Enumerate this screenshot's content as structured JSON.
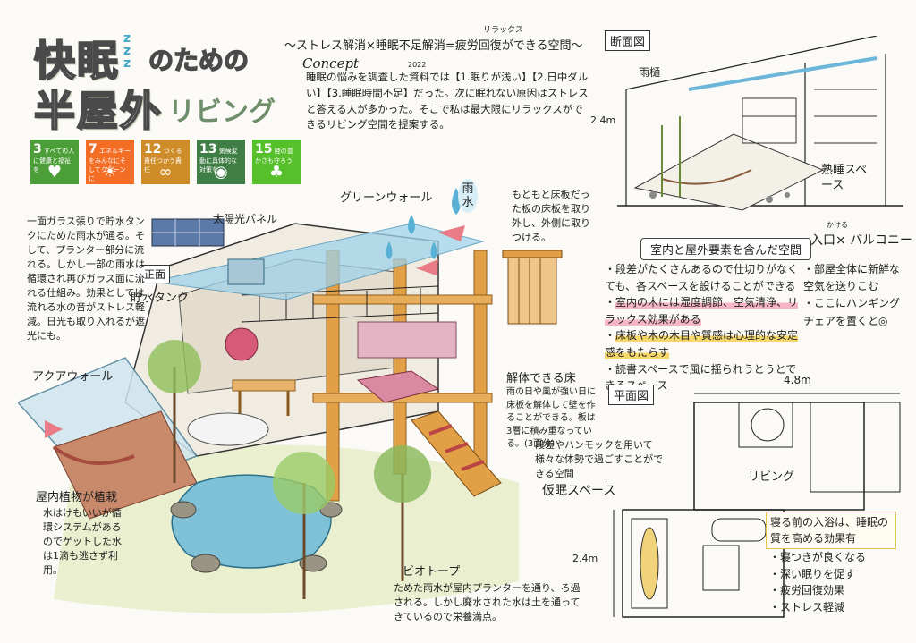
{
  "title": {
    "line1_a": "快眠",
    "line1_z": "z z z",
    "line1_b": "のための",
    "line2_a": "半屋外",
    "line2_b": "リビング"
  },
  "sdgs": [
    {
      "num": "3",
      "text": "すべての人に健康と福祉を",
      "color": "#4c9f38",
      "icon": "heartbeat-icon",
      "glyph": "♥"
    },
    {
      "num": "7",
      "text": "エネルギーをみんなにそしてクリーンに",
      "color": "#fcc30b",
      "icon": "sun-icon",
      "glyph": "☀"
    },
    {
      "num": "12",
      "text": "つくる責任つかう責任",
      "color": "#bf8b2e",
      "icon": "infinity-icon",
      "glyph": "∞"
    },
    {
      "num": "13",
      "text": "気候変動に具体的な対策を",
      "color": "#3f7e44",
      "icon": "globe-eye-icon",
      "glyph": "◉"
    },
    {
      "num": "15",
      "text": "陸の豊かさも守ろう",
      "color": "#56c02b",
      "icon": "tree-icon",
      "glyph": "♣"
    }
  ],
  "concept": {
    "ruby": "リラックス",
    "subtitle": "〜ストレス解消×睡眠不足解消=疲労回復ができる空間〜",
    "heading": "Concept",
    "year": "2022",
    "body": "睡眠の悩みを調査した資料では【1.眠りが浅い】【2.日中ダルい】【3.睡眠時間不足】だった。次に眠れない原因はストレスと答える人が多かった。そこで私は最大限にリラックスができるリビング空間を提案する。"
  },
  "labels": {
    "green_wall": "グリーンウォール",
    "rain": "雨水",
    "solar": "太陽光パネル",
    "front": "正面",
    "tank": "貯水タンク",
    "aqua": "アクアウォール",
    "floor": "解体できる床",
    "planter": "屋内植物が植栽",
    "biotope": "ビオトープ",
    "nap": "仮眠スペース"
  },
  "notes": {
    "left_top": "一面ガラス張りで貯水タンクにためた雨水が通る。そして、プランター部分に流れる。しかし一部の雨水は循環され再びガラス面に流れる仕組み。効果としては流れる水の音がストレス軽減。日光も取り入れるが遮光にも。",
    "top_mid": "もともと床板だった板の床板を取り外し、外側に取りつける。",
    "floor": "雨の日や風が強い日に床板を解体して壁を作ることができる。板は3層に積み重なっている。(3面分)",
    "planter": "水はけもいいが循環システムがあるのでゲットした水は1滴も逃さず利用。",
    "nap": "段差やハンモックを用いて様々な体勢で過ごすことができる空間",
    "biotope": "ためた雨水が屋内プランターを通り、ろ過される。しかし廃水された水は土を通ってきているので栄養満点。"
  },
  "section": {
    "heading": "断面図",
    "gutter": "雨樋",
    "height": "2.4m",
    "sleep": "熟睡スペース"
  },
  "features": {
    "heading": "室内と屋外要素を含んだ空間",
    "items": [
      "段差がたくさんあるので仕切りがなくても、各スペースを設けることができる",
      "室内の木には湿度調節、空気清浄、リラックス効果がある",
      "床板や木の木目や質感は心理的な安定感をもたらす",
      "読書スペースで風に揺られうとうとできるスペース"
    ]
  },
  "balcony": {
    "ruby": "かける",
    "heading": "入口× バルコニー",
    "items": [
      "部屋全体に新鮮な空気を送りこむ",
      "ここにハンギングチェアを置くと◎"
    ]
  },
  "plan": {
    "heading": "平面図",
    "width": "4.8m",
    "height": "2.4m",
    "living": "リビング"
  },
  "bath": {
    "heading": "寝る前の入浴は、睡眠の質を高める効果有",
    "items": [
      "寝つきが良くなる",
      "深い眠りを促す",
      "疲労回復効果",
      "ストレス軽減"
    ]
  }
}
